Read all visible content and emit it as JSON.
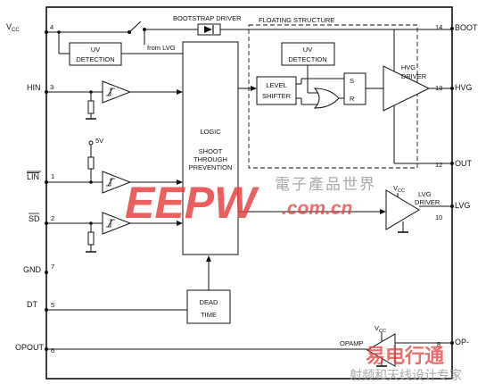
{
  "pins_left": {
    "vcc": {
      "main": "V",
      "sub": "CC",
      "num": "4"
    },
    "hin": {
      "name": "HIN",
      "num": "3"
    },
    "lin": {
      "name": "LIN",
      "num": "1"
    },
    "sd": {
      "name": "SD",
      "num": "2"
    },
    "gnd": {
      "name": "GND",
      "num": "7"
    },
    "dt": {
      "name": "DT",
      "num": "5"
    },
    "opout": {
      "name": "OPOUT",
      "num": "6"
    }
  },
  "pins_right": {
    "boot": {
      "name": "BOOT",
      "num": "14"
    },
    "hvg": {
      "name": "HVG",
      "num": "13"
    },
    "out": {
      "name": "OUT",
      "num": "12"
    },
    "lvg": {
      "name": "LVG",
      "num": "10"
    },
    "op_minus": {
      "name": "OP-",
      "num": "8"
    }
  },
  "labels": {
    "bootstrap_driver": "BOOTSTRAP DRIVER",
    "floating_structure": "FLOATING STRUCTURE",
    "from_lvg": "from LVG",
    "uv_detection_1": "UV",
    "uv_detection_2": "DETECTION",
    "logic": "LOGIC",
    "shoot_1": "SHOOT",
    "shoot_2": "THROUGH",
    "shoot_3": "PREVENTION",
    "level_1": "LEVEL",
    "level_2": "SHIFTER",
    "sr_s": "S",
    "sr_r": "R",
    "hvg_driver_1": "HVG",
    "hvg_driver_2": "DRIVER",
    "lvg_driver_1": "LVG",
    "lvg_driver_2": "DRIVER",
    "dead_1": "DEAD",
    "dead_2": "TIME",
    "five_v": "5V",
    "vcc_main": "V",
    "vcc_sub": "CC",
    "opamp": "OPAMP"
  },
  "watermark": {
    "eepw": "EEPW",
    "cn_title": "電子產品世界",
    "url": ".com.cn",
    "cn_bottom_1": "易电行通",
    "cn_bottom_2": "射频和天线设计专家"
  },
  "colors": {
    "line": "#111111",
    "watermark_red": "#e63c3c",
    "watermark_gray": "#9a9a9a"
  }
}
